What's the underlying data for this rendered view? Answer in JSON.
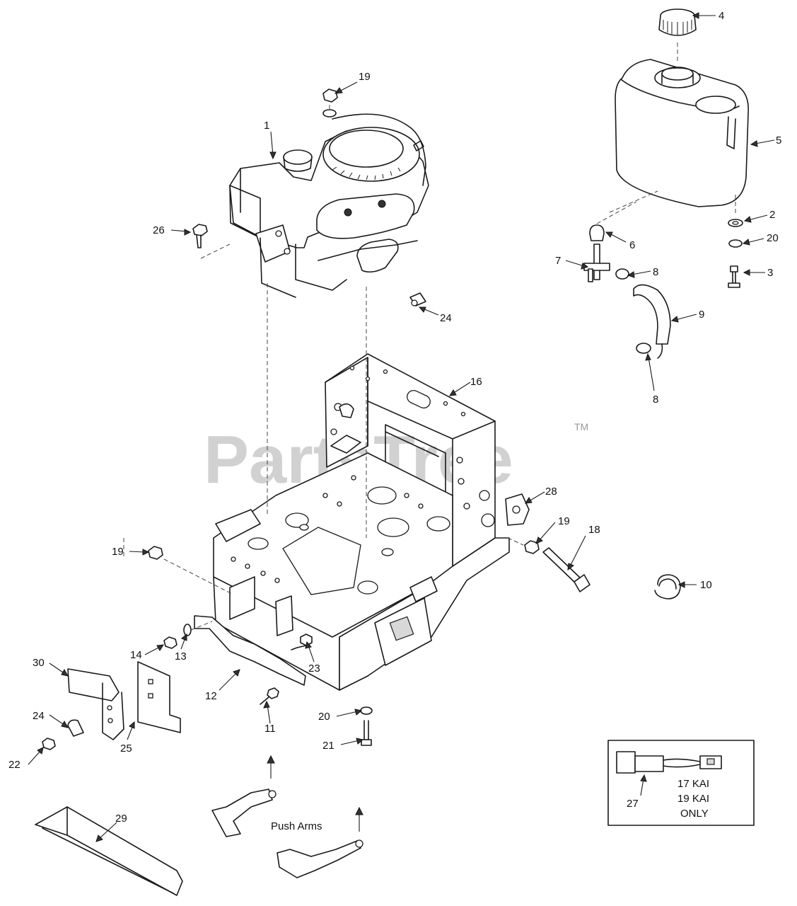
{
  "watermark": {
    "text": "PartsTree",
    "trademark": "TM"
  },
  "callouts": [
    {
      "id": "c1",
      "label": "1"
    },
    {
      "id": "c2",
      "label": "2"
    },
    {
      "id": "c3",
      "label": "3"
    },
    {
      "id": "c4",
      "label": "4"
    },
    {
      "id": "c5",
      "label": "5"
    },
    {
      "id": "c6",
      "label": "6"
    },
    {
      "id": "c7",
      "label": "7"
    },
    {
      "id": "c8a",
      "label": "8"
    },
    {
      "id": "c8b",
      "label": "8"
    },
    {
      "id": "c9",
      "label": "9"
    },
    {
      "id": "c10",
      "label": "10"
    },
    {
      "id": "c11",
      "label": "11"
    },
    {
      "id": "c12",
      "label": "12"
    },
    {
      "id": "c13",
      "label": "13"
    },
    {
      "id": "c14",
      "label": "14"
    },
    {
      "id": "c16",
      "label": "16"
    },
    {
      "id": "c18",
      "label": "18"
    },
    {
      "id": "c19a",
      "label": "19"
    },
    {
      "id": "c19b",
      "label": "19"
    },
    {
      "id": "c19c",
      "label": "19"
    },
    {
      "id": "c20a",
      "label": "20"
    },
    {
      "id": "c20b",
      "label": "20"
    },
    {
      "id": "c21",
      "label": "21"
    },
    {
      "id": "c22",
      "label": "22"
    },
    {
      "id": "c23",
      "label": "23"
    },
    {
      "id": "c24a",
      "label": "24"
    },
    {
      "id": "c24b",
      "label": "24"
    },
    {
      "id": "c25",
      "label": "25"
    },
    {
      "id": "c26",
      "label": "26"
    },
    {
      "id": "c27",
      "label": "27"
    },
    {
      "id": "c28",
      "label": "28"
    },
    {
      "id": "c29",
      "label": "29"
    },
    {
      "id": "c30",
      "label": "30"
    }
  ],
  "push_arms_label": "Push Arms",
  "inset_note": {
    "line1": "17 KAI",
    "line2": "19 KAI",
    "line3": "ONLY"
  }
}
